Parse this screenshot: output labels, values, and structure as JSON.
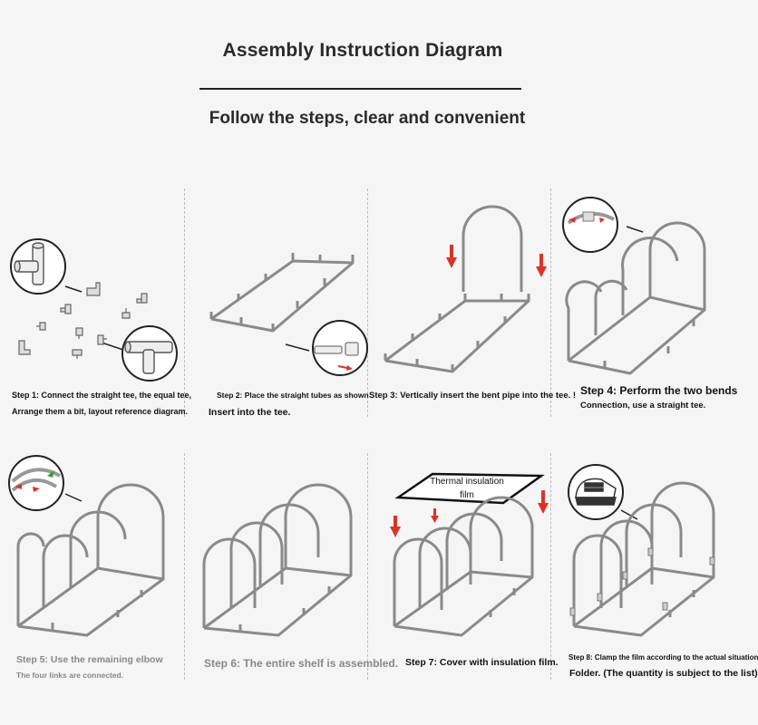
{
  "header": {
    "title": "Assembly Instruction Diagram",
    "subtitle": "Follow the steps, clear and convenient"
  },
  "steps": [
    {
      "line1": "Step 1: Connect the straight tee, the equal tee,",
      "line2": "Arrange them a bit, layout reference diagram."
    },
    {
      "line1": "Step 2: Place the straight tubes as shown",
      "line2": "Insert into the tee."
    },
    {
      "line1": "Step 3: Vertically insert the bent pipe into the tee. !"
    },
    {
      "line1": "Step 4: Perform the two bends",
      "line2": "Connection, use a straight tee."
    },
    {
      "line1": "Step 5: Use the remaining elbow",
      "line2": "The four links are connected."
    },
    {
      "line1": "Step 6: The entire shelf is assembled."
    },
    {
      "line1": "Step 7: Cover with insulation film.",
      "film_line1": "Thermal insulation",
      "film_line2": "film"
    },
    {
      "line1": "Step 8: Clamp the film according to the actual situation",
      "line2": "Folder. (The quantity is subject to the list)"
    }
  ],
  "colors": {
    "pipe": "#8a8a8a",
    "arrow": "#d9342b",
    "text": "#222222",
    "bg": "#f5f5f5"
  }
}
